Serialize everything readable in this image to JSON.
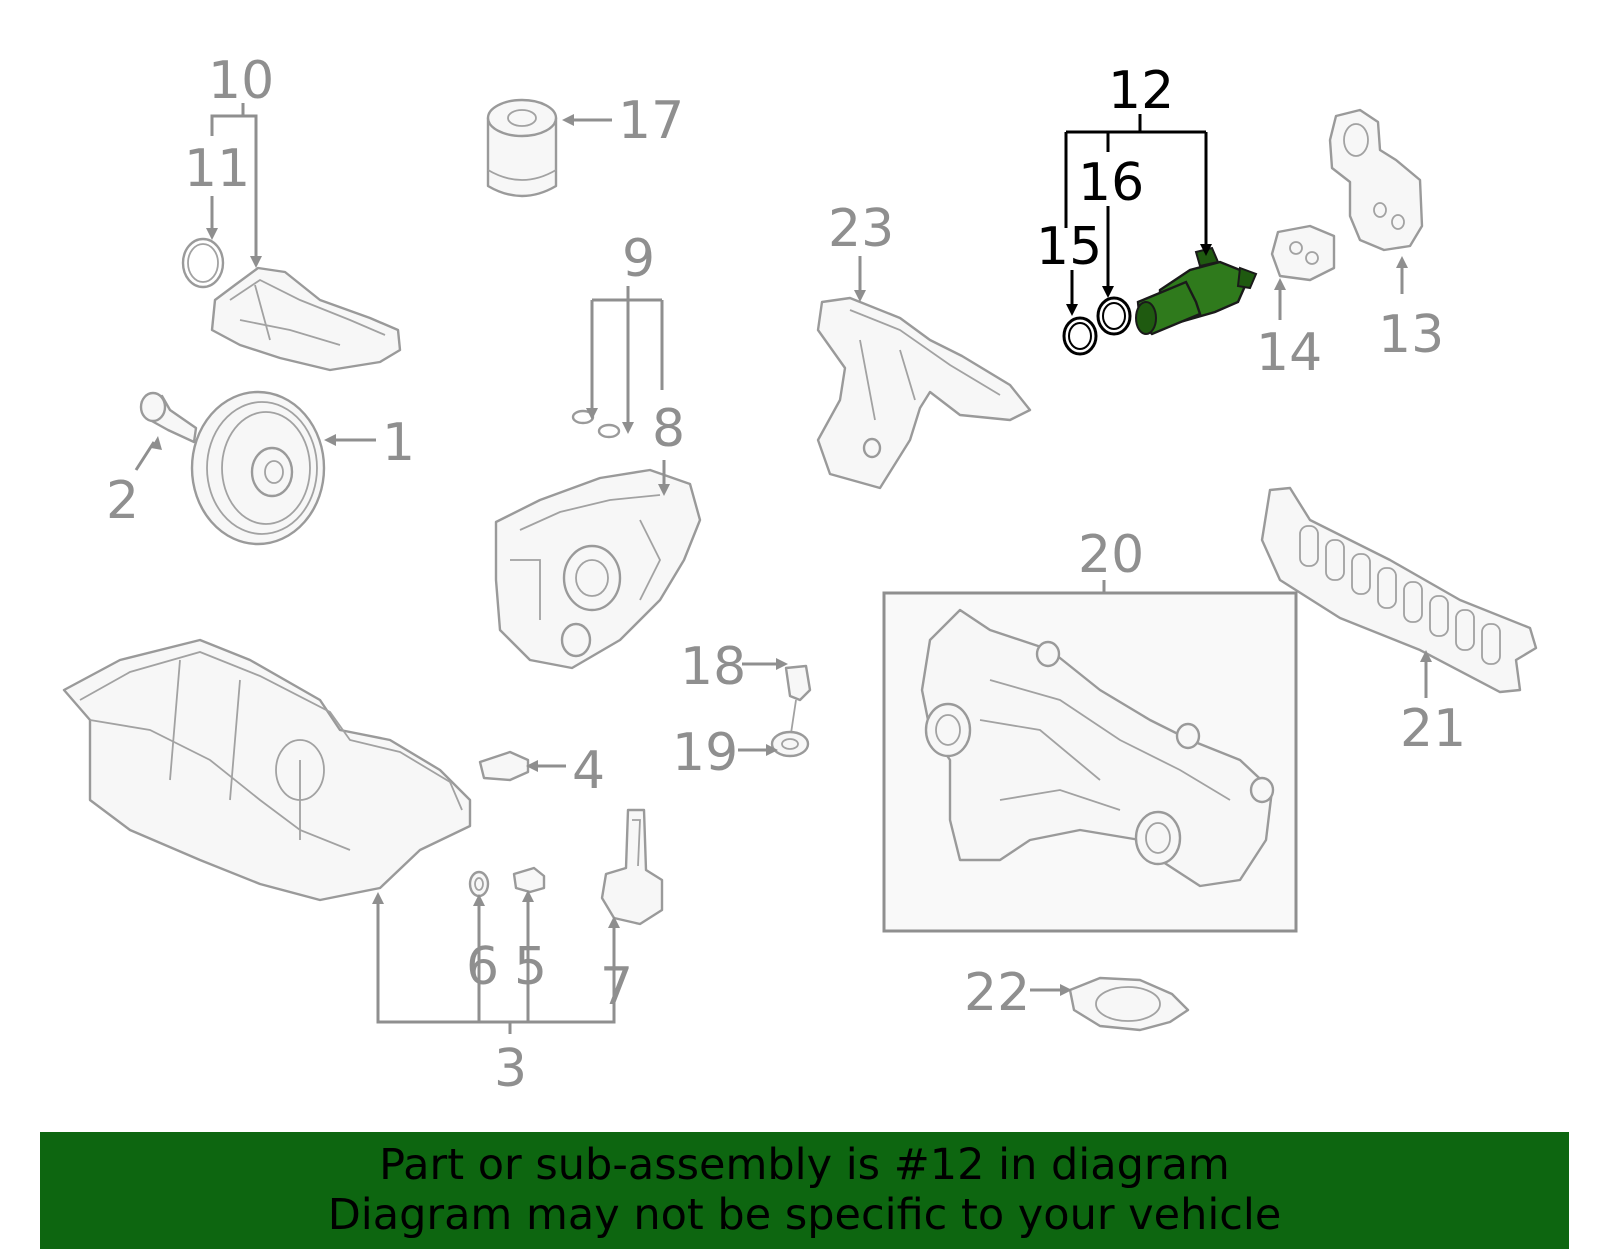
{
  "callouts": {
    "c1": "1",
    "c2": "2",
    "c3": "3",
    "c4": "4",
    "c5": "5",
    "c6": "6",
    "c7": "7",
    "c8": "8",
    "c9": "9",
    "c10": "10",
    "c11": "11",
    "c12": "12",
    "c13": "13",
    "c14": "14",
    "c15": "15",
    "c16": "16",
    "c17": "17",
    "c18": "18",
    "c19": "19",
    "c20": "20",
    "c21": "21",
    "c22": "22",
    "c23": "23"
  },
  "highlighted_callouts": [
    "12",
    "15",
    "16"
  ],
  "colors": {
    "banner_background": "#0d6610",
    "highlight_part": "#2f7a1c",
    "callout_gray": "#8f8f8f",
    "callout_highlight": "#000000"
  },
  "banner": {
    "line1": "Part or sub-assembly is #12 in diagram",
    "line2": "Diagram may not be specific to your vehicle"
  }
}
